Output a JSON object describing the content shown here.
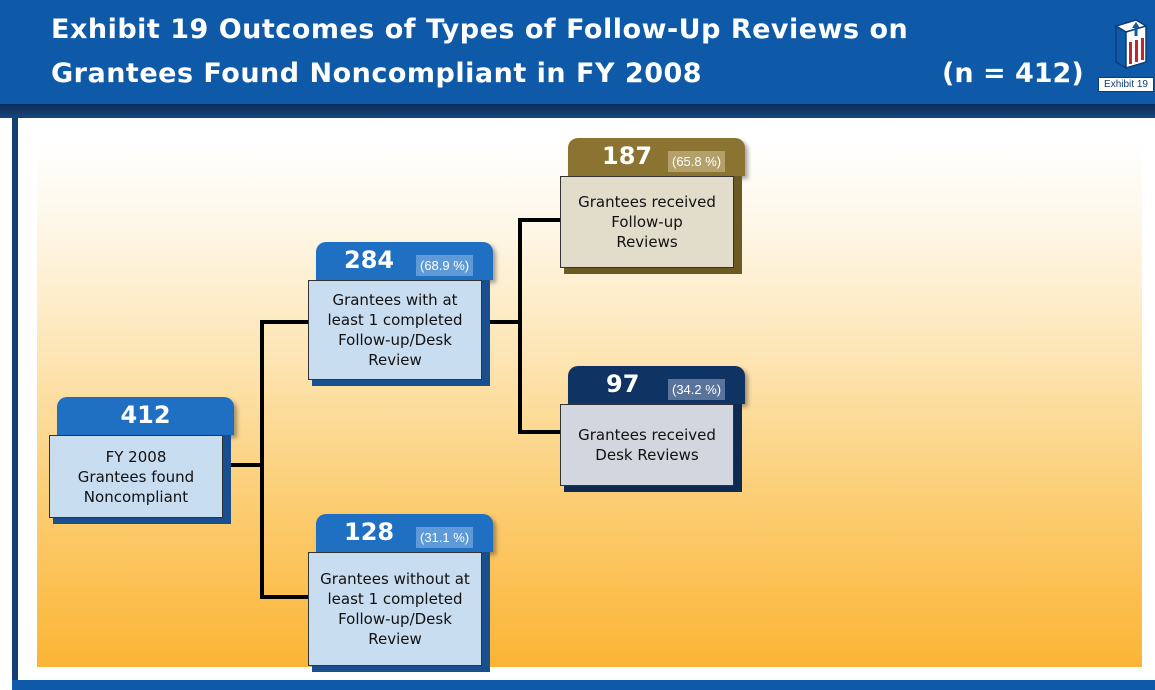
{
  "header": {
    "title_line1": "Exhibit 19  Outcomes of Types of Follow-Up Reviews on",
    "title_line2": "Grantees Found Noncompliant in FY 2008",
    "n_label": "(n = 412)",
    "badge_label": "Exhibit 19"
  },
  "colors": {
    "header_blue": "#0f5aa8",
    "blue_tab": "#1f6fc3",
    "blue_box": "#c9ddf1",
    "gold_tab": "#8b7432",
    "gold_box": "#e2dccb",
    "navy_tab": "#0f3363",
    "gray_box": "#d2d6de"
  },
  "nodes": {
    "root": {
      "count": "412",
      "text": "FY 2008\nGrantees found\nNoncompliant"
    },
    "with_review": {
      "count": "284",
      "percent": "(68.9 %)",
      "text": "Grantees with at\nleast 1 completed\nFollow-up/Desk\nReview"
    },
    "without_review": {
      "count": "128",
      "percent": "(31.1 %)",
      "text": "Grantees without at\nleast 1 completed\nFollow-up/Desk\nReview"
    },
    "follow_up": {
      "count": "187",
      "percent": "(65.8 %)",
      "text": "Grantees received\nFollow-up\nReviews"
    },
    "desk": {
      "count": "97",
      "percent": "(34.2 %)",
      "text": "Grantees received\nDesk Reviews"
    }
  }
}
